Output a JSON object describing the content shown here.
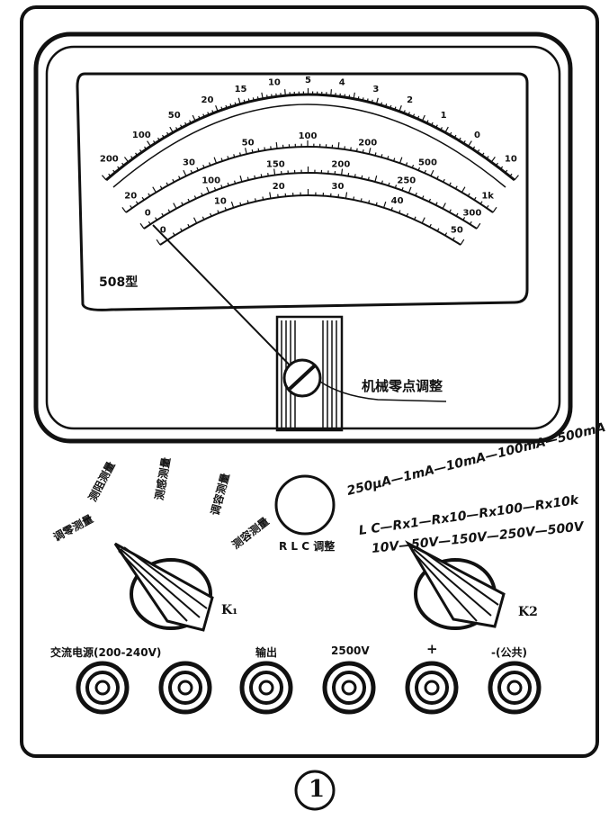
{
  "model_label": "508型",
  "zero_adjuster_label": "机械零点调整",
  "selector_left": {
    "positions": [
      "调零测量",
      "测阻测量",
      "测感测量",
      "调容测量",
      "测容测量"
    ],
    "id_label": "K₁"
  },
  "center_dial": {
    "label": "R L C 调整"
  },
  "selector_right": {
    "row1": "250μA—1mA—10mA—100mA—500mA",
    "row2": "L C—Rx1—Rx10—Rx100—Rx10k",
    "row3": "10V—50V—150V—250V—500V",
    "id_label": "K2"
  },
  "terminals": [
    {
      "label": "交流电源(200-240V)"
    },
    {
      "label": ""
    },
    {
      "label": "输出"
    },
    {
      "label": "2500V"
    },
    {
      "label": "+"
    },
    {
      "label": "-(公共)"
    }
  ],
  "figure_number": "1",
  "scale_numbers": {
    "outer": [
      "200",
      "100",
      "50",
      "20",
      "15",
      "10",
      "5",
      "4",
      "3",
      "2",
      "1",
      "0",
      "10"
    ],
    "second": [
      "20",
      "30",
      "50",
      "100",
      "200",
      "500",
      "1k"
    ],
    "third": [
      "0",
      "100",
      "150",
      "200",
      "250",
      "300"
    ],
    "fourth": [
      "0",
      "10",
      "20",
      "30",
      "40",
      "50"
    ]
  },
  "colors": {
    "ink": "#111111",
    "paper": "#ffffff"
  }
}
